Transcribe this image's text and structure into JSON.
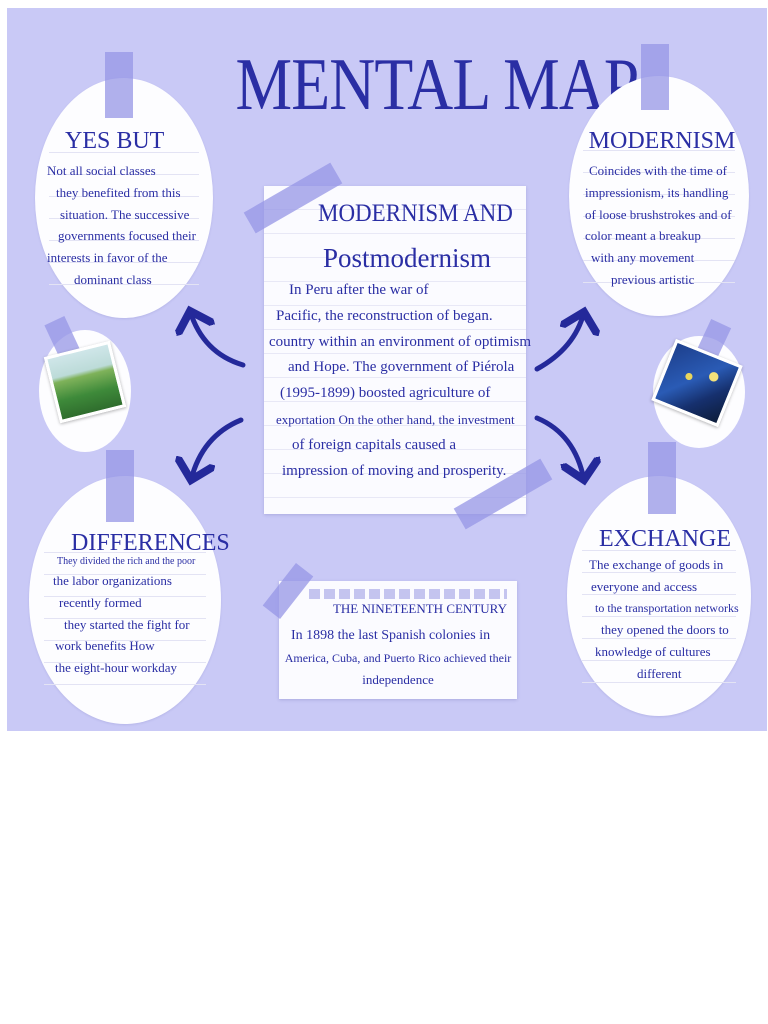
{
  "title": "MENTAL MAP",
  "center_note": {
    "title_line1": "MODERNISM AND",
    "title_line2": "Postmodernism",
    "lines": [
      "In Peru after the war of",
      "Pacific, the reconstruction of began.",
      "country within an environment of optimism",
      "and Hope. The government of Piérola",
      "(1995-1899) boosted agriculture of",
      "exportation On the other hand, the investment",
      "of foreign capitals caused a",
      "impression of moving and prosperity."
    ]
  },
  "yes_but": {
    "heading": "YES BUT",
    "lines": [
      "Not all social classes",
      "they benefited from this",
      "situation. The successive",
      "governments focused their",
      "interests in favor of the",
      "dominant class"
    ]
  },
  "modernism": {
    "heading": "MODERNISM",
    "lines": [
      "Coincides with the time of",
      "impressionism, its handling",
      "of loose brushstrokes and of",
      "color meant a breakup",
      "with any movement",
      "previous artistic"
    ]
  },
  "differences": {
    "heading": "DIFFERENCES",
    "lines": [
      "They divided the rich and the poor",
      "the labor organizations",
      "recently formed",
      "they started the fight for",
      "work benefits How",
      "the eight-hour workday"
    ]
  },
  "exchange": {
    "heading": "EXCHANGE",
    "lines": [
      "The exchange of goods in",
      "everyone and access",
      "to the transportation networks",
      "they opened the doors to",
      "knowledge of cultures",
      "different"
    ]
  },
  "nineteenth_century": {
    "heading": "THE NINETEENTH CENTURY",
    "lines": [
      "In 1898 the last Spanish colonies in",
      "America, Cuba, and Puerto Rico achieved their",
      "independence"
    ]
  },
  "colors": {
    "background": "#c9c9f6",
    "text": "#2a2ea4",
    "arrow": "#24299a",
    "tape": "#9696e6"
  },
  "images": {
    "left": "wheat-field-painting",
    "right": "starry-night-painting"
  }
}
